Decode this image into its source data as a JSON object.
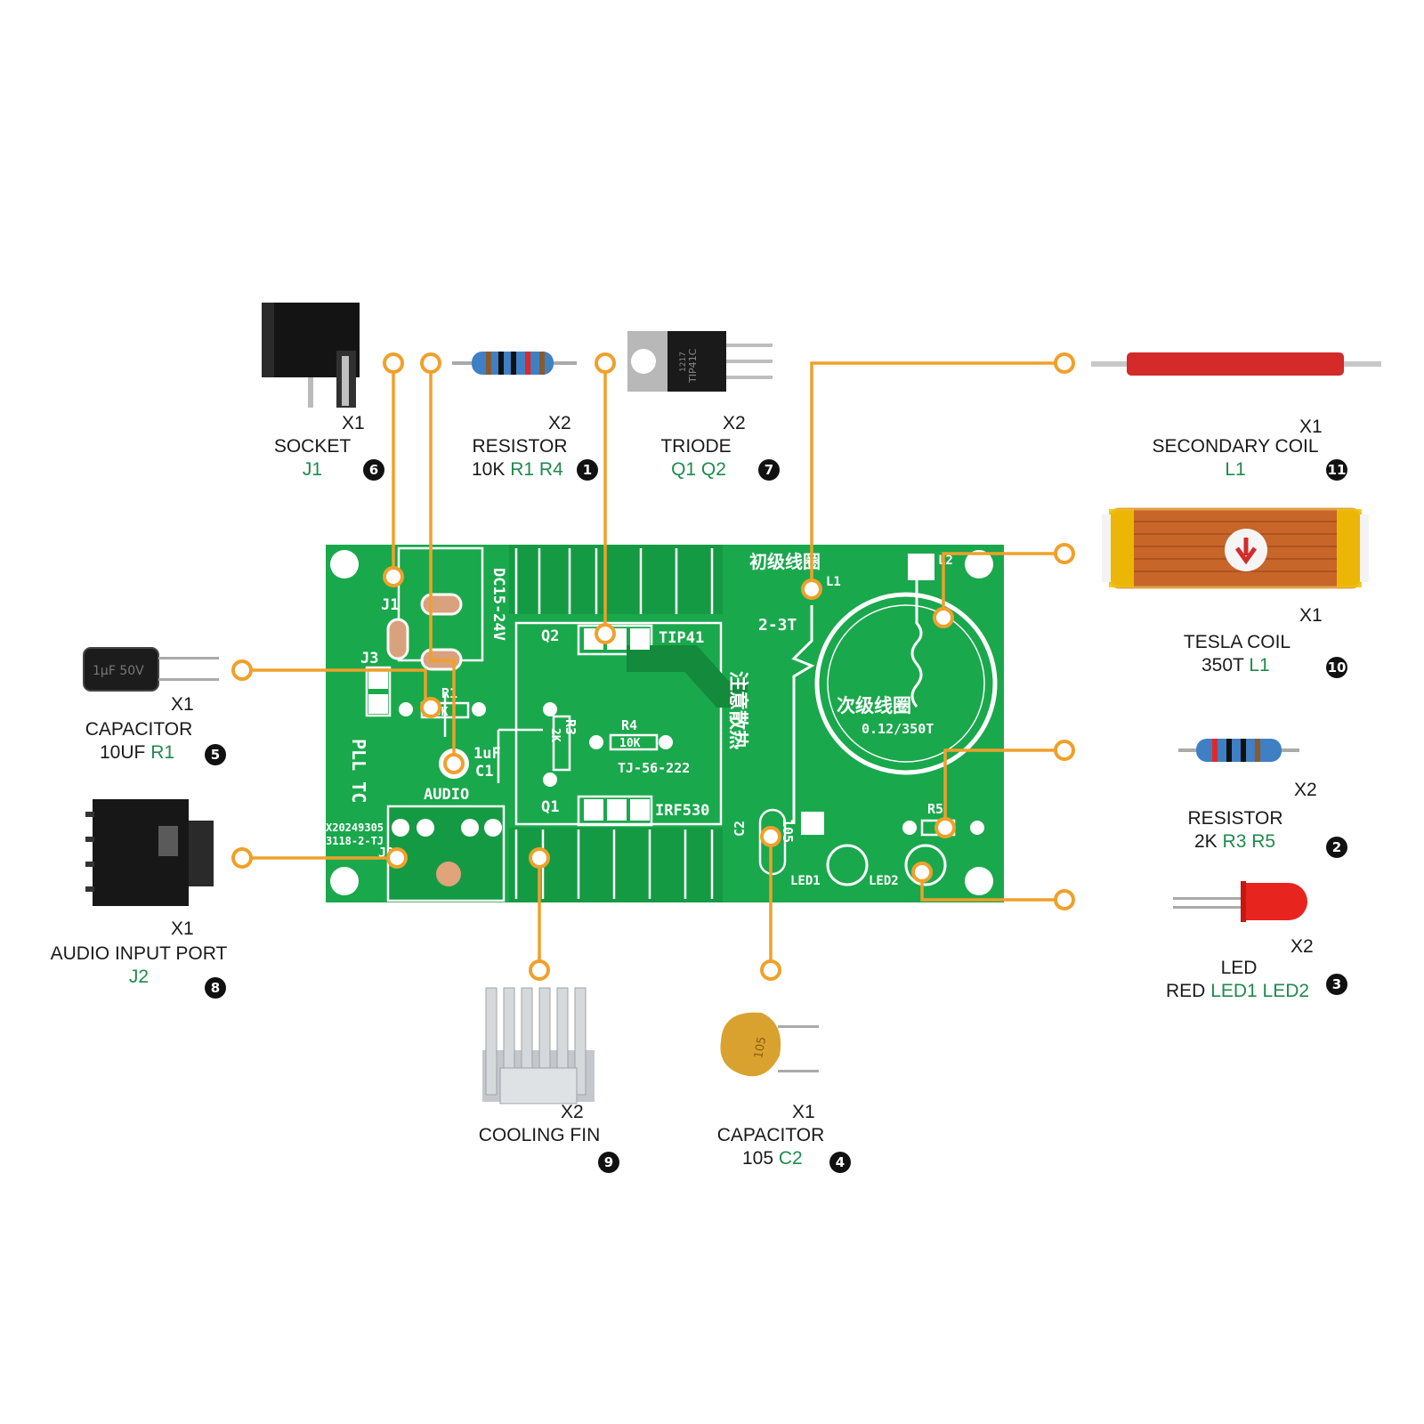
{
  "board": {
    "silkscreen": {
      "dc_label": "DC15-24V",
      "j1": "J1",
      "j2": "J2",
      "j3": "J3",
      "q1": "Q1",
      "q2": "Q2",
      "tip41": "TIP41",
      "irf530": "IRF530",
      "r1": "R1",
      "r1_value": "10K",
      "r3": "R3",
      "r3_value": "2K",
      "r4": "R4",
      "r4_value": "10K",
      "r5": "R5",
      "c1": "C1",
      "c1_value": "1uF",
      "c2": "C2",
      "c2_value": "105",
      "audio": "AUDIO",
      "pll_tc": "PLL TC",
      "primary_cn": "初级线圈",
      "l1": "L1",
      "l2": "L2",
      "turns_primary": "2-3T",
      "secondary_cn": "次级线圈",
      "secondary_spec": "0.12/350T",
      "heat_cn": "注意散热",
      "board_code": "TJ-56-222",
      "serial_1": "X20249305",
      "serial_2": "3118-2-TJ",
      "led1": "LED1",
      "led2": "LED2"
    }
  },
  "parts": [
    {
      "id": "socket",
      "qty": "X1",
      "name": "SOCKET",
      "value": "",
      "refs": "J1",
      "number": "6"
    },
    {
      "id": "resistor-10k",
      "qty": "X2",
      "name": "RESISTOR",
      "value": "10K",
      "refs": "R1 R4",
      "number": "1"
    },
    {
      "id": "triode",
      "qty": "X2",
      "name": "TRIODE",
      "value": "",
      "refs": "Q1 Q2",
      "number": "7"
    },
    {
      "id": "secondary-coil",
      "qty": "X1",
      "name": "SECONDARY COIL",
      "value": "",
      "refs": "L1",
      "number": "11"
    },
    {
      "id": "tesla-coil",
      "qty": "X1",
      "name": "TESLA COIL",
      "value": "350T",
      "refs": "L1",
      "number": "10"
    },
    {
      "id": "resistor-2k",
      "qty": "X2",
      "name": "RESISTOR",
      "value": "2K",
      "refs": "R3 R5",
      "number": "2"
    },
    {
      "id": "led",
      "qty": "X2",
      "name": "LED",
      "value": "RED",
      "refs": "LED1 LED2",
      "number": "3"
    },
    {
      "id": "capacitor-105",
      "qty": "X1",
      "name": "CAPACITOR",
      "value": "105",
      "refs": "C2",
      "number": "4"
    },
    {
      "id": "cooling-fin",
      "qty": "X2",
      "name": "COOLING FIN",
      "value": "",
      "refs": "",
      "number": "9"
    },
    {
      "id": "audio-port",
      "qty": "X1",
      "name": "AUDIO INPUT PORT",
      "value": "",
      "refs": "J2",
      "number": "8"
    },
    {
      "id": "capacitor-10uf",
      "qty": "X1",
      "name": "CAPACITOR",
      "value": "10UF",
      "refs": "R1",
      "number": "5"
    }
  ],
  "printed_marks": {
    "transistor_text": "TIP41C",
    "transistor_code": "1217",
    "electrolytic_text": "1μF 50V",
    "ceramic_text": "105"
  },
  "colors": {
    "leader": "#f0a02a",
    "pcb": "#1aa84c",
    "pcb_dark": "#138a3c",
    "silkscreen": "#ffffff",
    "ref_text": "#1f8a4c"
  }
}
